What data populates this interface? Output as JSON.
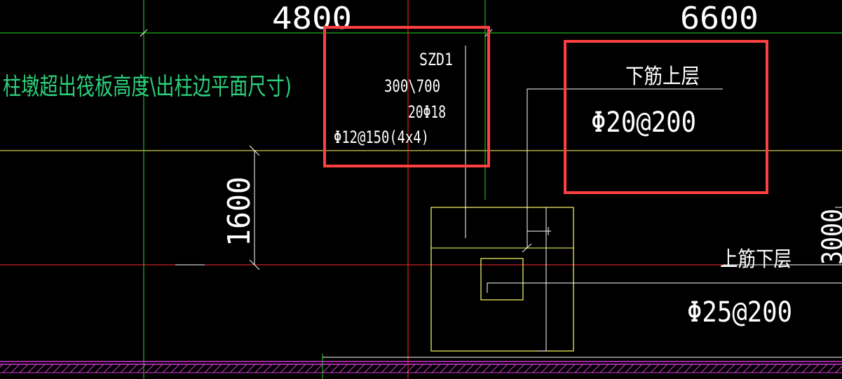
{
  "dimensions": {
    "top_left": "4800",
    "top_right": "6600",
    "vertical_left": "1600",
    "vertical_right_partial": "3000"
  },
  "annotation_green": "柱墩超出筏板高度\\出柱边平面尺寸)",
  "column_callout": {
    "id": "SZD1",
    "size": "300\\700",
    "main_rebar": "20Φ18",
    "stirrup": "Φ12@150(4x4)"
  },
  "rebar_lower_upper": {
    "label": "下筋上层",
    "value": "Φ20@200"
  },
  "rebar_upper_lower": {
    "label": "上筋下层",
    "value": "Φ25@200"
  },
  "colors": {
    "background": "#000000",
    "grid_red": "#ff2a2a",
    "grid_green": "#22dd22",
    "line_yellow": "#ffff66",
    "line_white": "#ffffff",
    "text_green": "#2bd07a",
    "highlight_box": "#ff4040",
    "hatch_magenta": "#d23bd2"
  }
}
